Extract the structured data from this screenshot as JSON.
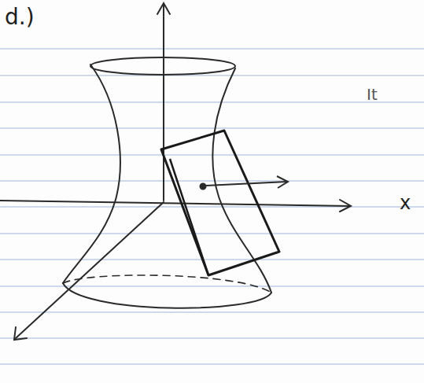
{
  "diagram": {
    "labels": [
      "d.)",
      "It",
      "x"
    ]
  }
}
